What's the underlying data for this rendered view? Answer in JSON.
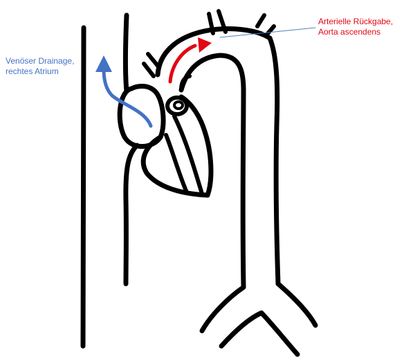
{
  "labels": {
    "venous": {
      "line1": "Venöser Drainage,",
      "line2": "rechtes Atrium"
    },
    "arterial": {
      "line1": "Arterielle Rückgabe,",
      "line2": "Aorta ascendens"
    }
  },
  "colors": {
    "outline": "#000000",
    "venous": "#4472C4",
    "arterial": "#E30613",
    "leader": "#4F81BD",
    "background": "#FFFFFF"
  }
}
